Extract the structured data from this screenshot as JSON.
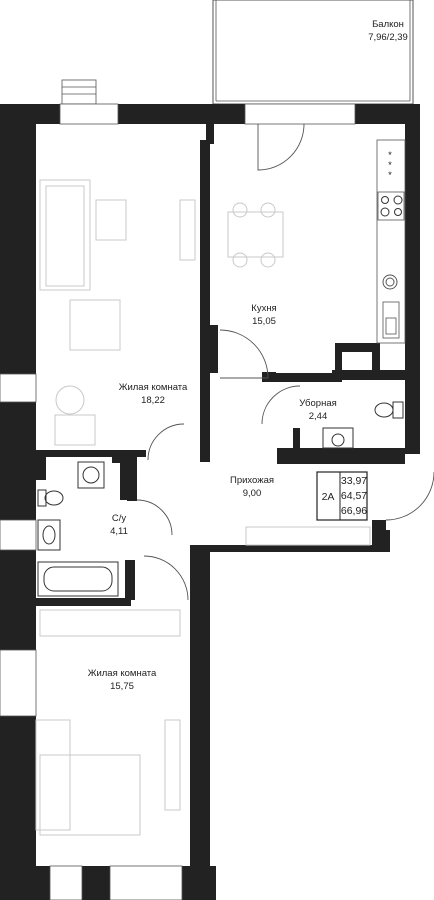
{
  "rooms": {
    "balcony": {
      "name": "Балкон",
      "area": "7,96/2,39"
    },
    "kitchen": {
      "name": "Кухня",
      "area": "15,05"
    },
    "living_room_1": {
      "name": "Жилая комната",
      "area": "18,22"
    },
    "toilet": {
      "name": "Уборная",
      "area": "2,44"
    },
    "hallway": {
      "name": "Прихожая",
      "area": "9,00"
    },
    "bathroom": {
      "name": "С/у",
      "area": "4,11"
    },
    "living_room_2": {
      "name": "Жилая комната",
      "area": "15,75"
    }
  },
  "apartment": {
    "type": "2А",
    "living_area": "33,97",
    "total_area": "64,57",
    "total_with_balcony": "66,96"
  }
}
